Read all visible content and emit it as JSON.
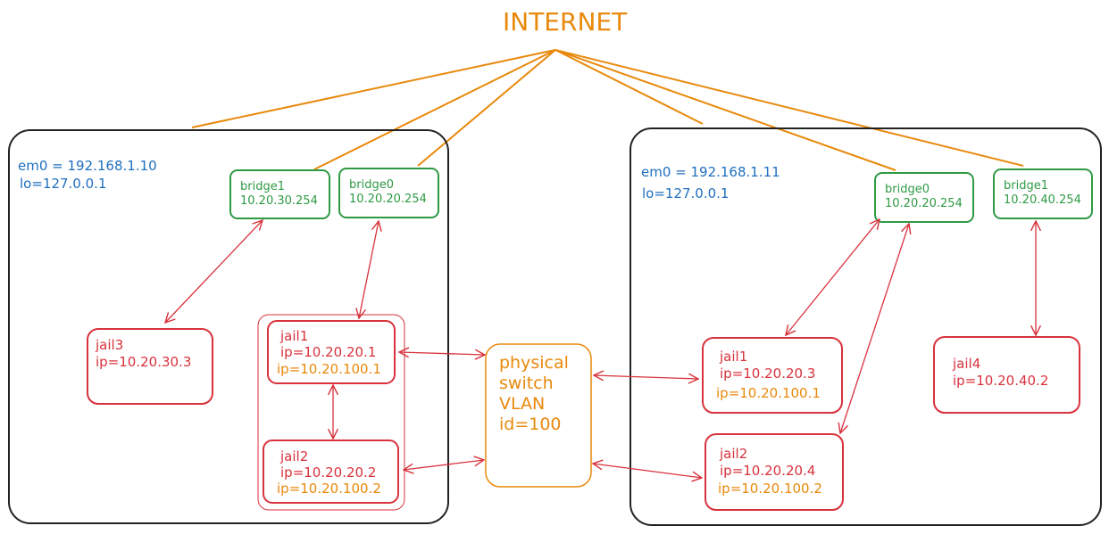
{
  "internet": {
    "label": "INTERNET"
  },
  "host1": {
    "em0": "em0 = 192.168.1.10",
    "lo": "lo=127.0.0.1",
    "bridge1": {
      "name": "bridge1",
      "ip": "10.20.30.254"
    },
    "bridge0": {
      "name": "bridge0",
      "ip": "10.20.20.254"
    },
    "jail3": {
      "name": "jail3",
      "ip": "ip=10.20.30.3"
    },
    "jail1": {
      "name": "jail1",
      "ip": "ip=10.20.20.1",
      "vlan_ip": "ip=10.20.100.1"
    },
    "jail2": {
      "name": "jail2",
      "ip": "ip=10.20.20.2",
      "vlan_ip": "ip=10.20.100.2"
    }
  },
  "switch": {
    "line1": "physical",
    "line2": "switch",
    "line3": "VLAN",
    "line4": "id=100"
  },
  "host2": {
    "em0": "em0 = 192.168.1.11",
    "lo": "lo=127.0.0.1",
    "bridge0": {
      "name": "bridge0",
      "ip": "10.20.20.254"
    },
    "bridge1": {
      "name": "bridge1",
      "ip": "10.20.40.254"
    },
    "jail1": {
      "name": "jail1",
      "ip": "ip=10.20.20.3",
      "vlan_ip": "ip=10.20.100.1"
    },
    "jail2": {
      "name": "jail2",
      "ip": "ip=10.20.20.4",
      "vlan_ip": "ip=10.20.100.2"
    },
    "jail4": {
      "name": "jail4",
      "ip": "ip=10.20.40.2"
    }
  },
  "colors": {
    "internet": "#e8890c",
    "host_border": "#222222",
    "bridge": "#2e9a44",
    "jail": "#d8323c",
    "vlan": "#e8890c",
    "host_text": "#1f6fbf"
  }
}
